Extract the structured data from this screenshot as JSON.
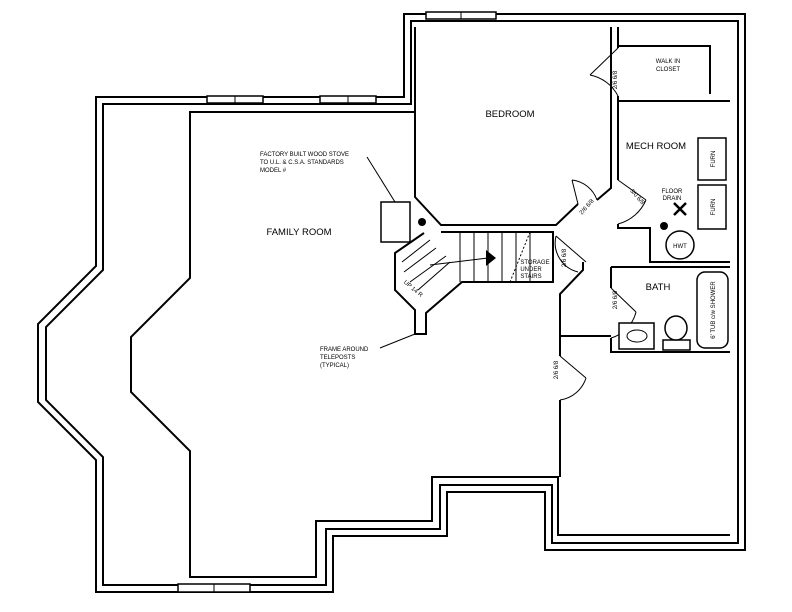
{
  "rooms": {
    "bedroom": "BEDROOM",
    "family_room": "FAMILY ROOM",
    "mech_room": "MECH ROOM",
    "bath": "BATH"
  },
  "closet": {
    "line1": "WALK IN",
    "line2": "CLOSET"
  },
  "storage": {
    "line1": "STORAGE",
    "line2": "UNDER",
    "line3": "STAIRS"
  },
  "floor_drain": {
    "line1": "FLOOR",
    "line2": "DRAIN"
  },
  "stove_note": {
    "line1": "FACTORY BUILT WOOD STOVE",
    "line2": "TO U.L. & C.S.A. STANDARDS",
    "line3": "MODEL #"
  },
  "teleposts_note": {
    "line1": "FRAME AROUND",
    "line2": "TELEPOSTS",
    "line3": "(TYPICAL)"
  },
  "fixtures": {
    "furnace_1": "FURN",
    "furnace_2": "FURN",
    "hot_water_tank": "HWT",
    "tub": "6' TUB c/w SHOWER"
  },
  "stairs": {
    "up_label": "UP 14 R"
  },
  "door_sizes": {
    "closet": "2/6 6/8",
    "storage_top": "2/6 6/8",
    "storage_side": "2/6 6/8",
    "mech": "3/0 6/8",
    "bath": "2/6 6/8",
    "lower": "2/6 6/8"
  }
}
